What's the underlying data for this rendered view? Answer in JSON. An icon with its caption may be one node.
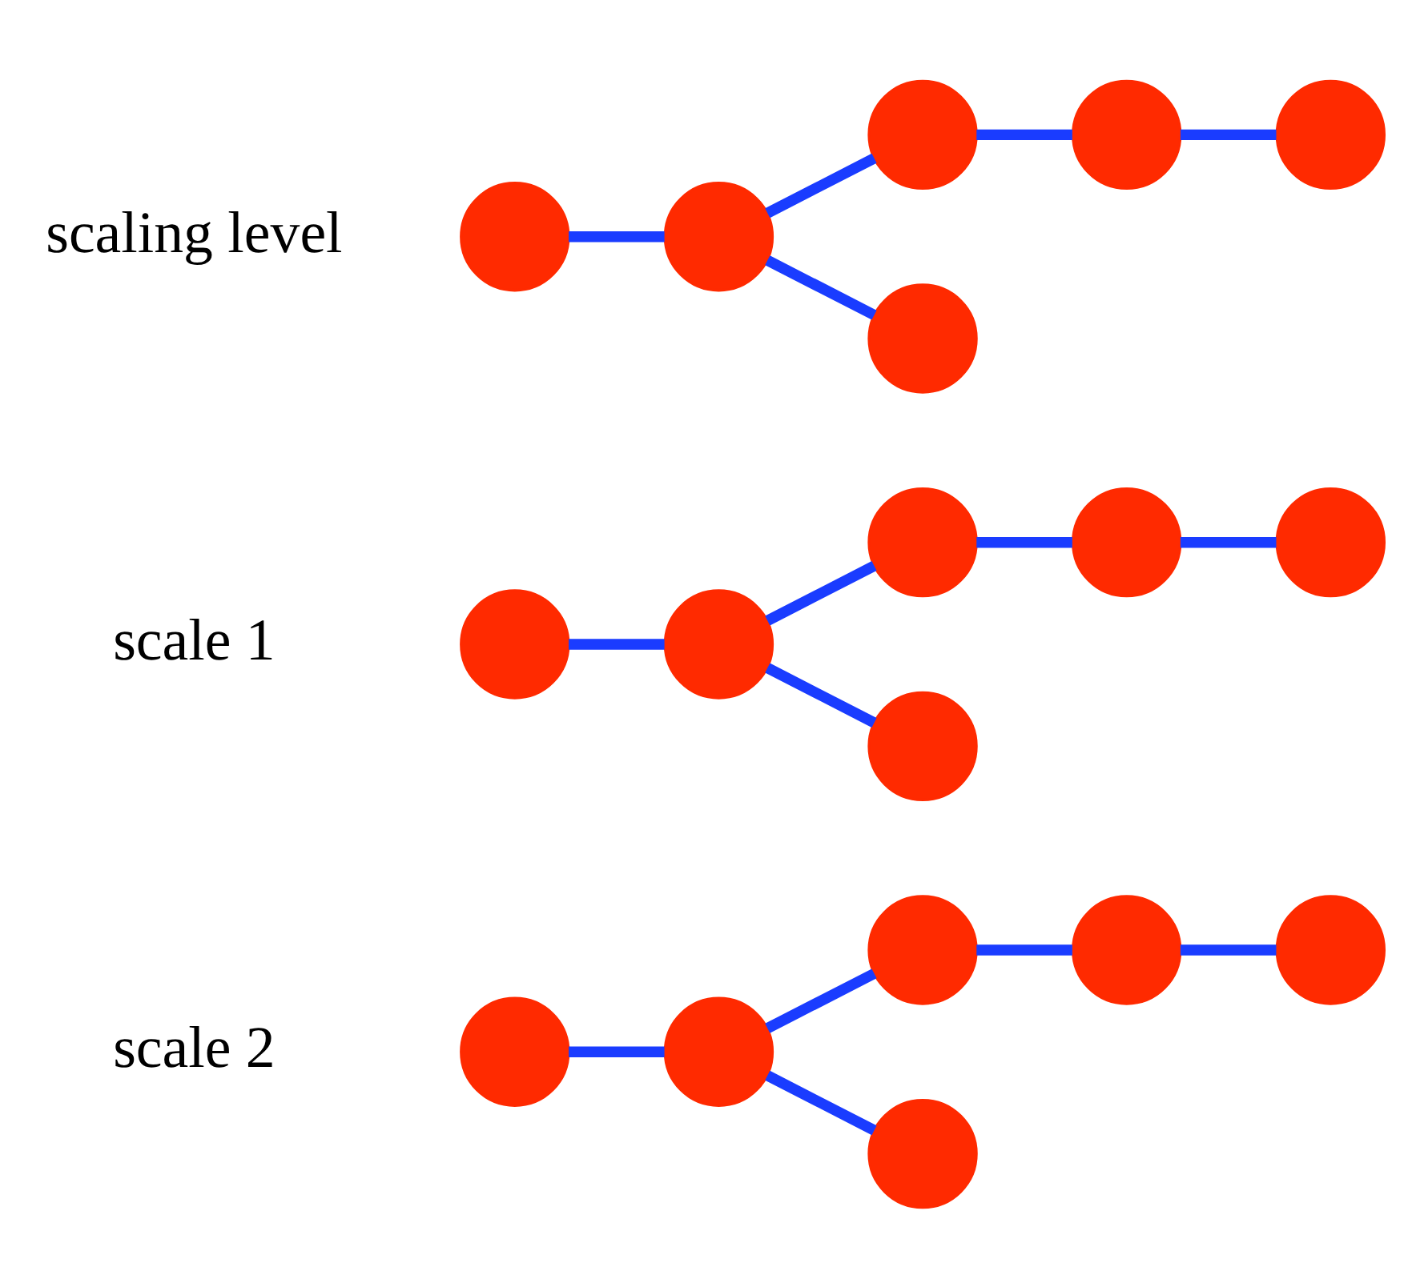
{
  "diagram": {
    "nodes": [
      {
        "text": [],
        "shape": "circle"
      },
      {
        "text": [],
        "shape": "circle"
      },
      {
        "text": [],
        "shape": "circle"
      },
      {
        "text": [],
        "shape": "circle"
      },
      {
        "text": [],
        "shape": "circle"
      },
      {
        "text": [],
        "shape": "circle"
      },
      {
        "text": [],
        "shape": "circle"
      },
      {
        "text": [],
        "shape": "circle"
      },
      {
        "text": [],
        "shape": "circle"
      },
      {
        "text": [],
        "shape": "circle"
      },
      {
        "text": [],
        "shape": "circle"
      },
      {
        "text": [],
        "shape": "circle"
      },
      {
        "text": [],
        "shape": "circle"
      },
      {
        "text": [],
        "shape": "circle"
      },
      {
        "text": [],
        "shape": "circle"
      },
      {
        "text": [],
        "shape": "circle"
      },
      {
        "text": [],
        "shape": "circle"
      },
      {
        "text": [],
        "shape": "circle"
      }
    ],
    "edges": [
      {
        "from": 0,
        "to": 1,
        "arrow": "none"
      },
      {
        "from": 1,
        "to": 4,
        "arrow": "none"
      },
      {
        "from": 1,
        "to": 2,
        "arrow": "none"
      },
      {
        "from": 2,
        "to": 3,
        "arrow": "none"
      },
      {
        "from": 3,
        "to": 5,
        "arrow": "none"
      },
      {
        "from": 6,
        "to": 7,
        "arrow": "none"
      },
      {
        "from": 7,
        "to": 10,
        "arrow": "none"
      },
      {
        "from": 7,
        "to": 8,
        "arrow": "none"
      },
      {
        "from": 8,
        "to": 9,
        "arrow": "none"
      },
      {
        "from": 9,
        "to": 11,
        "arrow": "none"
      },
      {
        "from": 12,
        "to": 13,
        "arrow": "none"
      },
      {
        "from": 13,
        "to": 16,
        "arrow": "none"
      },
      {
        "from": 13,
        "to": 14,
        "arrow": "none"
      },
      {
        "from": 14,
        "to": 15,
        "arrow": "none"
      },
      {
        "from": 15,
        "to": 17,
        "arrow": "none"
      }
    ],
    "labels": [
      "scale 2",
      "scale 1",
      "scaling level"
    ]
  }
}
